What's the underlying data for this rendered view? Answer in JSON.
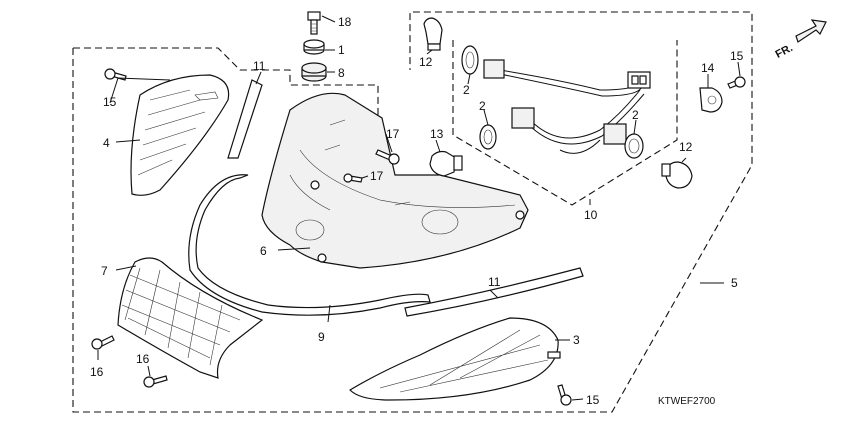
{
  "direction_marker": "FR.",
  "diagram_code": "KTWEF2700",
  "colors": {
    "ink": "#111111",
    "background": "#ffffff"
  },
  "callouts": {
    "p1": "1",
    "p2a": "2",
    "p2b": "2",
    "p2c": "2",
    "p3": "3",
    "p4": "4",
    "p5": "5",
    "p6": "6",
    "p7": "7",
    "p8": "8",
    "p9": "9",
    "p10": "10",
    "p11a": "11",
    "p11b": "11",
    "p12a": "12",
    "p12b": "12",
    "p13": "13",
    "p14": "14",
    "p15a": "15",
    "p15b": "15",
    "p15c": "15",
    "p16a": "16",
    "p16b": "16",
    "p17a": "17",
    "p17b": "17",
    "p18": "18"
  }
}
